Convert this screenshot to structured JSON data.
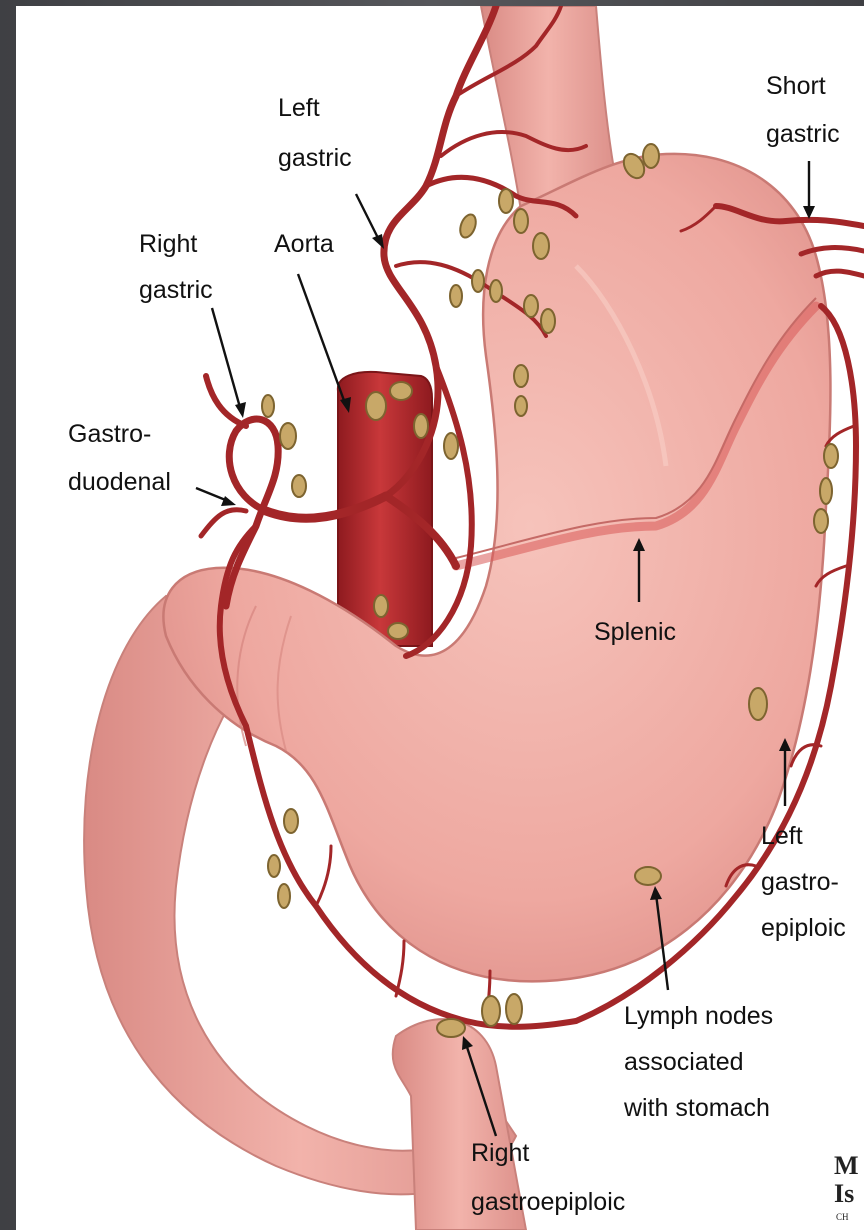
{
  "labels": {
    "left_gastric": [
      "Left",
      "gastric"
    ],
    "short_gastric": [
      "Short",
      "gastric"
    ],
    "right_gastric": [
      "Right",
      "gastric"
    ],
    "aorta": "Aorta",
    "gastroduodenal": [
      "Gastro-",
      "duodenal"
    ],
    "splenic": "Splenic",
    "left_gastroepiploic": [
      "Left",
      "gastro-",
      "epiploic"
    ],
    "lymph_nodes": [
      "Lymph nodes",
      "associated",
      "with stomach"
    ],
    "right_gastroepiploic": [
      "Right",
      "gastroepiploic"
    ]
  },
  "corner_mark": {
    "line1": "M",
    "line2": "Is",
    "line3": "CH"
  },
  "colors": {
    "stomach": "#eea8a0",
    "stomach_shadow": "#d47f7a",
    "artery": "#a32628",
    "aorta": "#b3262b",
    "lymph_node": "#c8a868",
    "background_frame": "#4a4b4f"
  }
}
